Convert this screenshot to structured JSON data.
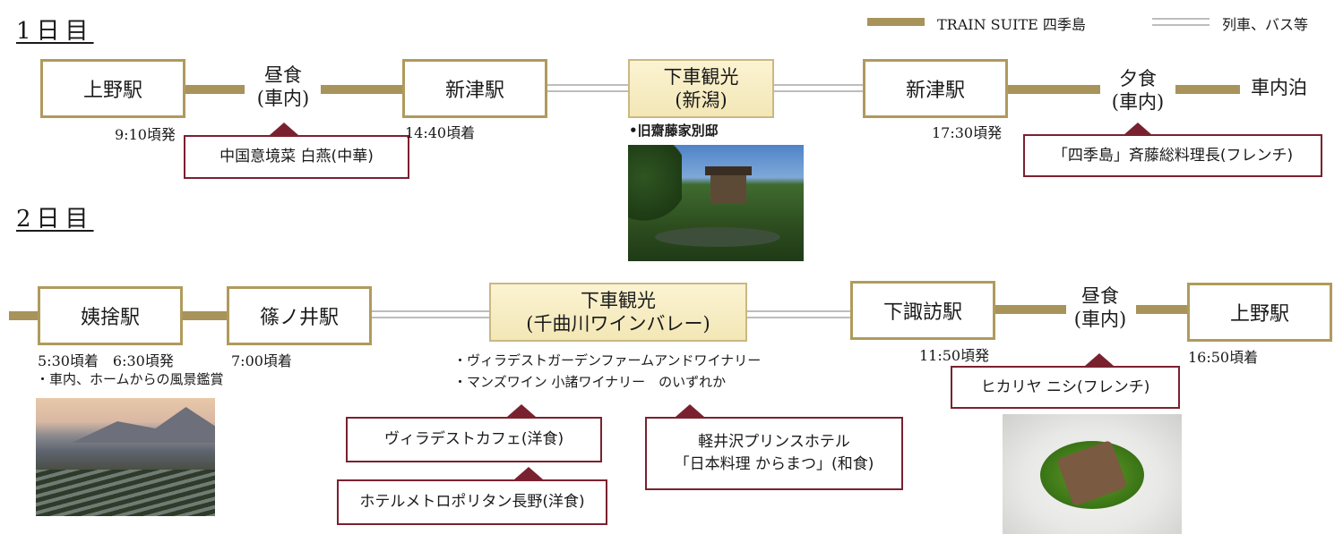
{
  "legend": {
    "train_suite": "TRAIN SUITE 四季島",
    "other": "列車、バス等"
  },
  "day1": {
    "title": "1日目",
    "ueno": "上野駅",
    "ueno_time": "9:10頃発",
    "lunch_l1": "昼食",
    "lunch_l2": "(車内)",
    "lunch_rest": "中国意境菜 白燕(中華)",
    "niitsu1": "新津駅",
    "niitsu1_time": "14:40頃着",
    "sight_l1": "下車観光",
    "sight_l2": "(新潟)",
    "sight_note": "•旧齋藤家別邸",
    "niitsu2": "新津駅",
    "niitsu2_time": "17:30頃発",
    "dinner_l1": "夕食",
    "dinner_l2": "(車内)",
    "dinner_rest": "「四季島」斉藤総料理長(フレンチ)",
    "overnight": "車内泊"
  },
  "day2": {
    "title": "2日目",
    "obasute": "姨捨駅",
    "obasute_time": "5:30頃着　6:30頃発",
    "obasute_note": "・車内、ホームからの風景鑑賞",
    "shinonoi": "篠ノ井駅",
    "shinonoi_time": "7:00頃着",
    "sight_l1": "下車観光",
    "sight_l2": "(千曲川ワインバレー)",
    "sight_note1": "・ヴィラデストガーデンファームアンドワイナリー",
    "sight_note2": "・マンズワイン 小諸ワイナリー　のいずれか",
    "rest1": "ヴィラデストカフェ(洋食)",
    "rest2": "ホテルメトロポリタン長野(洋食)",
    "rest3_l1": "軽井沢プリンスホテル",
    "rest3_l2": "「日本料理 からまつ」(和食)",
    "shimosuwa": "下諏訪駅",
    "shimosuwa_time": "11:50頃発",
    "lunch_l1": "昼食",
    "lunch_l2": "(車内)",
    "lunch_rest": "ヒカリヤ ニシ(フレンチ)",
    "ueno": "上野駅",
    "ueno_time": "16:50頃着"
  },
  "colors": {
    "gold": "#a8935a",
    "rail": "#bdbdbd",
    "frame": "#7a2130",
    "station_border": "#b09a5c"
  }
}
